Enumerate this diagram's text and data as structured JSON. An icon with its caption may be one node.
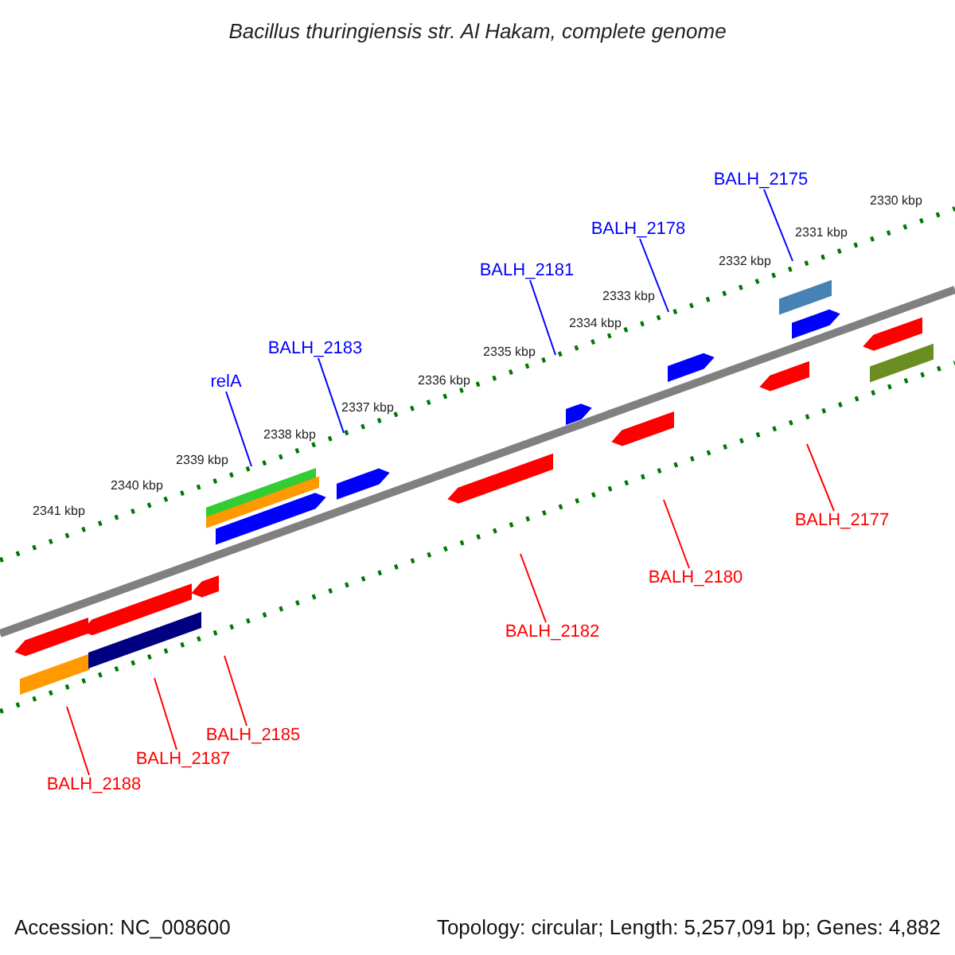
{
  "diagram": {
    "title": "Bacillus thuringiensis str. Al Hakam, complete genome",
    "nodes": [
      {
        "text": [
          "relA"
        ]
      },
      {
        "text": [
          "BALH_2183"
        ]
      },
      {
        "text": [
          "BALH_2181"
        ]
      },
      {
        "text": [
          "BALH_2178"
        ]
      },
      {
        "text": [
          "BALH_2175"
        ]
      },
      {
        "text": [
          "BALH_2177"
        ]
      },
      {
        "text": [
          "BALH_2180"
        ]
      },
      {
        "text": [
          "BALH_2182"
        ]
      },
      {
        "text": [
          "BALH_2185"
        ]
      },
      {
        "text": [
          "BALH_2187"
        ]
      },
      {
        "text": [
          "BALH_2188"
        ]
      }
    ],
    "edges": [
      {
        "from": 0,
        "to": null,
        "arrow": "none",
        "color": "#0000ff"
      },
      {
        "from": 1,
        "to": null,
        "arrow": "none",
        "color": "#0000ff"
      },
      {
        "from": 2,
        "to": null,
        "arrow": "none",
        "color": "#0000ff"
      },
      {
        "from": 3,
        "to": null,
        "arrow": "none",
        "color": "#0000ff"
      },
      {
        "from": 4,
        "to": null,
        "arrow": "none",
        "color": "#0000ff"
      },
      {
        "from": 5,
        "to": null,
        "arrow": "none"
      },
      {
        "from": 6,
        "to": null,
        "arrow": "none"
      },
      {
        "from": 7,
        "to": null,
        "arrow": "none"
      },
      {
        "from": 8,
        "to": null,
        "arrow": "none"
      },
      {
        "from": 9,
        "to": null,
        "arrow": "none"
      },
      {
        "from": 10,
        "to": null,
        "arrow": "none"
      }
    ],
    "labels": [
      "2330 kbp",
      "2331 kbp",
      "2332 kbp",
      "2333 kbp",
      "2334 kbp",
      "2335 kbp",
      "2336 kbp",
      "2337 kbp",
      "2338 kbp",
      "2339 kbp",
      "2340 kbp",
      "2341 kbp",
      "Accession: NC_008600",
      "Topology: circular; Length: 5,257,091 bp; Genes: 4,882"
    ]
  }
}
